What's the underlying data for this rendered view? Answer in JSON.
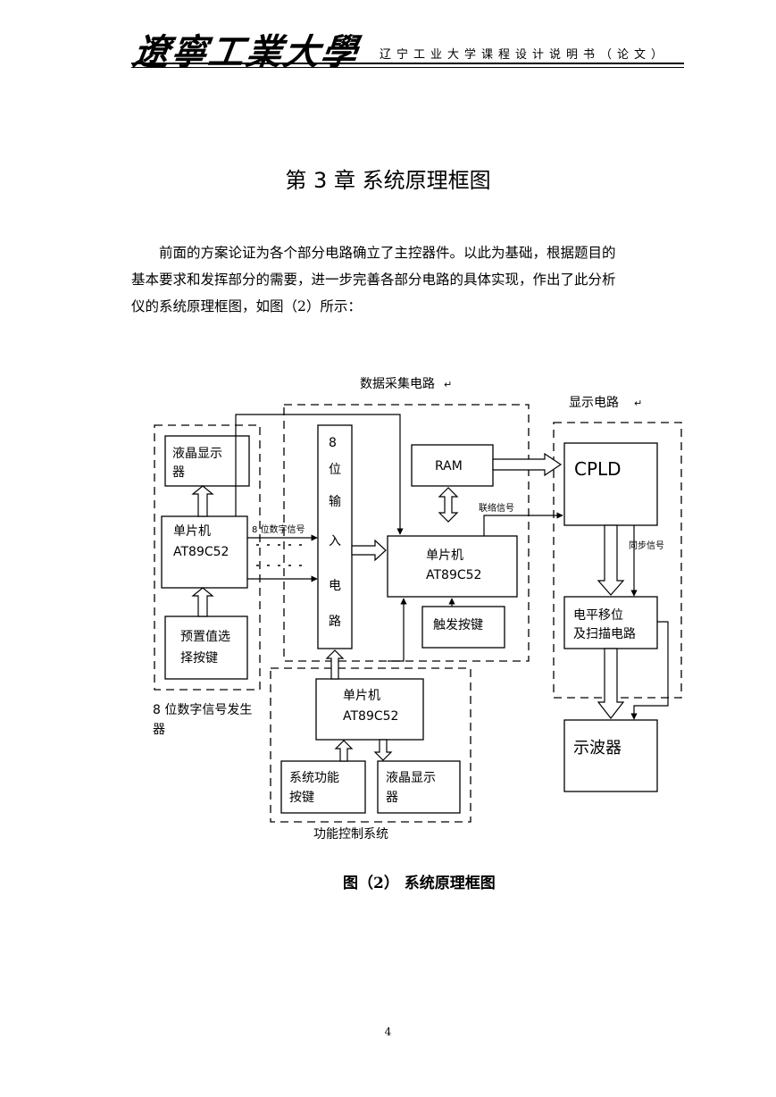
{
  "header": {
    "logo_text": "遼寧工業大學",
    "title": "辽宁工业大学课程设计说明书（论文）"
  },
  "chapter_title": "第 3 章  系统原理框图",
  "body_text": [
    "前面的方案论证为各个部分电路确立了主控器件。以此为基础，根据题目的",
    "基本要求和发挥部分的需要，进一步完善各部分电路的具体实现，作出了此分析",
    "仪的系统原理框图，如图（2）所示："
  ],
  "diagram": {
    "regions": {
      "data_acq": "数据采集电路",
      "display": "显示电路",
      "generator": "8 位数字信号发生器",
      "control": "功能控制系统"
    },
    "blocks": {
      "lcd_top": "液晶显示器",
      "mcu_left_1": "单片机",
      "mcu_left_2": "AT89C52",
      "preset_keys": "预置值选择按键",
      "input_circuit": [
        "8",
        "位",
        "输",
        "入",
        "电",
        "路"
      ],
      "sync_label": [
        "同",
        "步",
        "信",
        "号"
      ],
      "ram": "RAM",
      "mcu_mid_1": "单片机",
      "mcu_mid_2": "AT89C52",
      "trigger_key": "触发按键",
      "cpld": "CPLD",
      "level_shift_1": "电平移位",
      "level_shift_2": "及扫描电路",
      "oscilloscope": "示波器",
      "mcu_bottom_1": "单片机",
      "mcu_bottom_2": "AT89C52",
      "func_keys_1": "系统功能",
      "func_keys_2": "按键",
      "lcd_bottom_1": "液晶显示",
      "lcd_bottom_2": "器"
    },
    "labels": {
      "digital_8bit": "8 位数字信号",
      "link_signal": "联络信号",
      "sync_signal": "同步信号"
    },
    "para_mark": "↵"
  },
  "caption": "图（2）  系统原理框图",
  "page_number": "4"
}
